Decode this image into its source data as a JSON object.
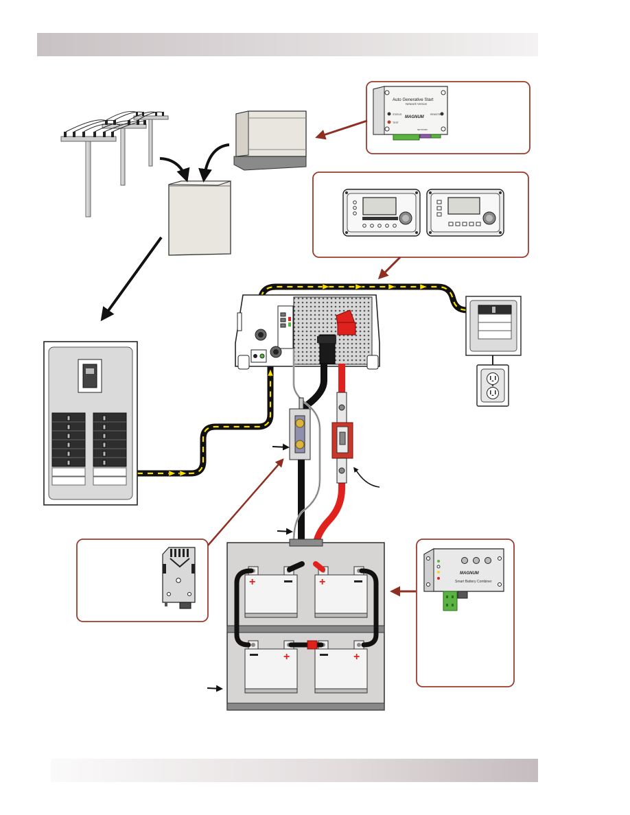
{
  "header": {
    "text": ""
  },
  "footer": {
    "text": ""
  },
  "ags_module": {
    "title": "Auto Generative Start",
    "subtitle": "Network Version",
    "brand": "MAGNUM",
    "status_label": "STATUS",
    "test_label": "TEST",
    "remote_label": "REMOTE",
    "terminal_label": "NETWORK"
  },
  "smart_battery_combiner": {
    "brand": "MAGNUM",
    "product": "Smart Battery Combiner"
  },
  "colors": {
    "arrow_red": "#8f2f22",
    "dc_positive": "#e0221f",
    "dc_negative": "#1a1a1a",
    "ac_dash": "#ffe100",
    "callout_border": "#9c3a2c"
  },
  "icons": [
    "utility-poles-icon",
    "generator-icon",
    "transfer-switch-icon",
    "inverter-icon",
    "breaker-panel-icon",
    "outlet-icon",
    "battery-icon",
    "fuse-icon",
    "shunt-icon",
    "temperature-sensor-icon",
    "remote-display-icon"
  ]
}
